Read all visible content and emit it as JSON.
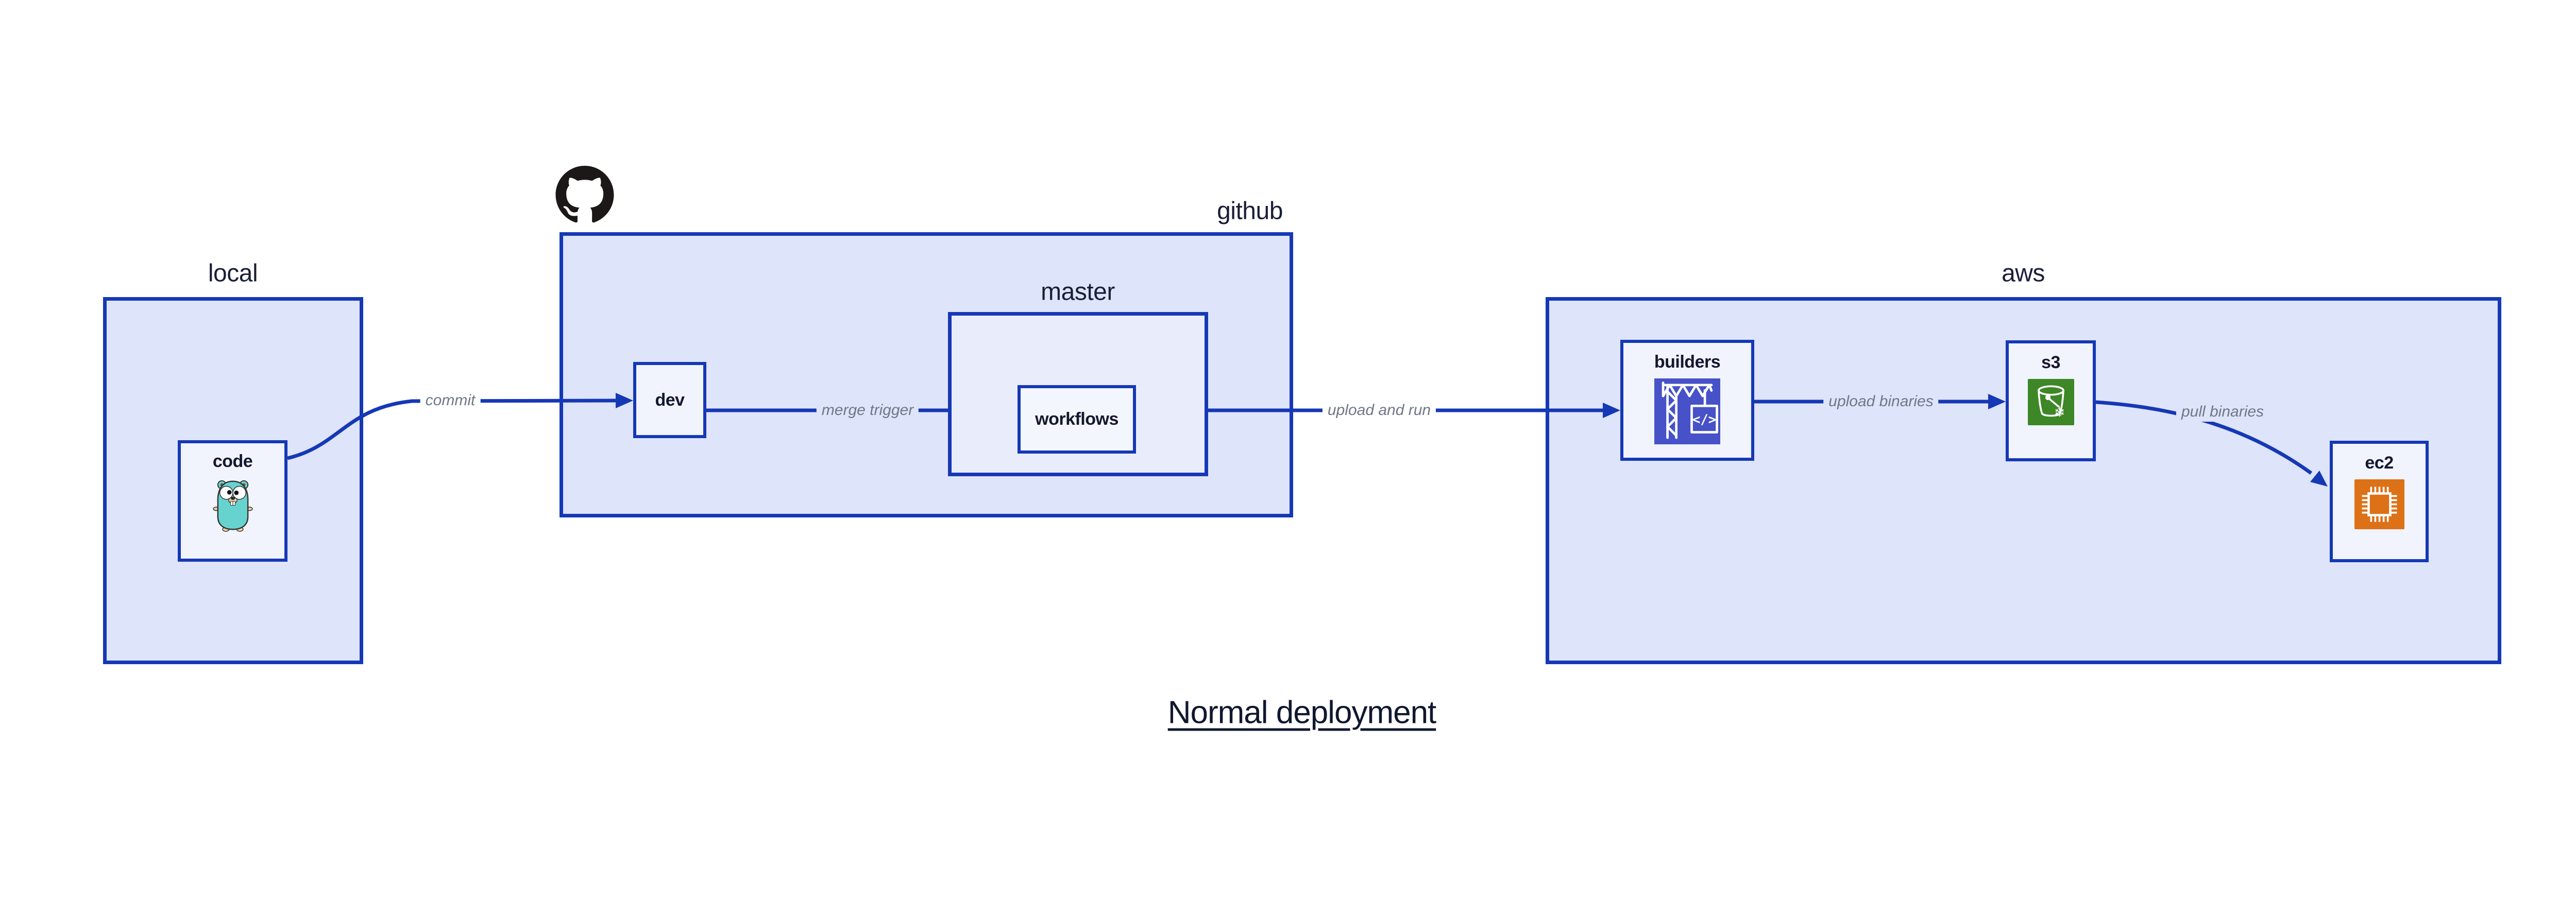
{
  "title": "Normal deployment",
  "groups": {
    "local": {
      "label": "local"
    },
    "github": {
      "label": "github"
    },
    "master": {
      "label": "master"
    },
    "aws": {
      "label": "aws"
    }
  },
  "nodes": {
    "code": {
      "label": "code",
      "icon": "go-gopher-icon"
    },
    "dev": {
      "label": "dev"
    },
    "workflows": {
      "label": "workflows"
    },
    "builders": {
      "label": "builders",
      "icon": "aws-codebuild-icon"
    },
    "s3": {
      "label": "s3",
      "icon": "aws-s3-icon"
    },
    "ec2": {
      "label": "ec2",
      "icon": "aws-ec2-icon"
    }
  },
  "edges": {
    "commit": {
      "label": "commit"
    },
    "merge_trigger": {
      "label": "merge trigger"
    },
    "upload_and_run": {
      "label": "upload and run"
    },
    "upload_binaries": {
      "label": "upload binaries"
    },
    "pull_binaries": {
      "label": "pull binaries"
    }
  },
  "colors": {
    "edge_blue": "#1538b5",
    "group_fill": "#dee4f9",
    "nested_group_fill": "#e9edfb",
    "node_fill": "#f1f4fd",
    "edge_label_gray": "#6f7787",
    "text_navy": "#13182e",
    "octocat_black": "#1b1817",
    "codebuild_purple": "#4752c8",
    "s3_green": "#3d8727",
    "ec2_orange": "#dd7118",
    "gopher_teal": "#66d3cf"
  }
}
